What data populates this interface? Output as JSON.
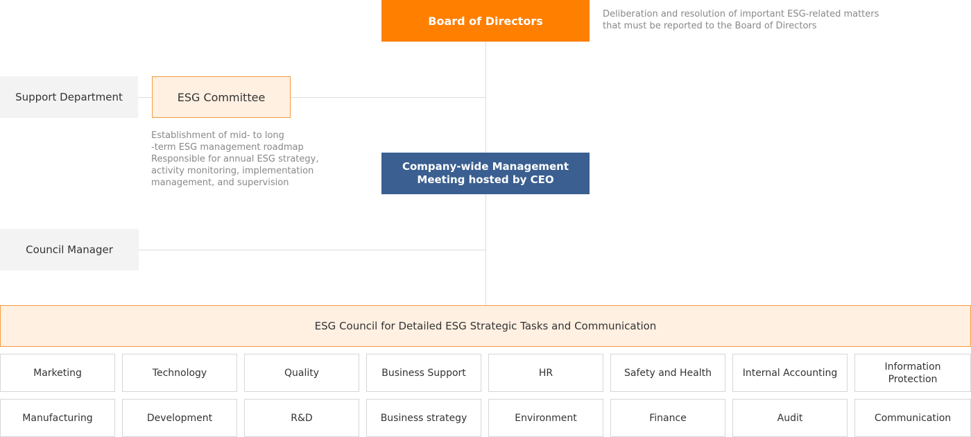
{
  "board": {
    "title": "Board of Directors",
    "description_lines": [
      "Deliberation and resolution of important ESG-related matters",
      "that must be reported to the Board of Directors"
    ]
  },
  "support_department": {
    "label": "Support Department"
  },
  "esg_committee": {
    "label": "ESG Committee",
    "description_lines": [
      "Establishment of mid- to long",
      "-term ESG management roadmap",
      "Responsible for annual ESG strategy,",
      "activity monitoring, implementation",
      "management, and supervision"
    ]
  },
  "ceo_meeting": {
    "lines": [
      "Company-wide Management",
      "Meeting hosted by CEO"
    ]
  },
  "council_manager": {
    "label": "Council Manager"
  },
  "esg_council": {
    "label": "ESG Council for Detailed ESG Strategic Tasks and Communication"
  },
  "departments": {
    "row1": [
      "Marketing",
      "Technology",
      "Quality",
      "Business Support",
      "HR",
      "Safety and Health",
      "Internal Accounting",
      "Information Protection"
    ],
    "row2": [
      "Manufacturing",
      "Development",
      "R&D",
      "Business strategy",
      "Environment",
      "Finance",
      "Audit",
      "Communication"
    ]
  },
  "colors": {
    "board_orange": "#ff7f00",
    "ceo_blue": "#3a5f90",
    "committee_fill": "#fff0e2",
    "committee_border": "#f39a3f",
    "gray_box": "#f3f3f3",
    "connector_line": "#dcdcdc"
  }
}
